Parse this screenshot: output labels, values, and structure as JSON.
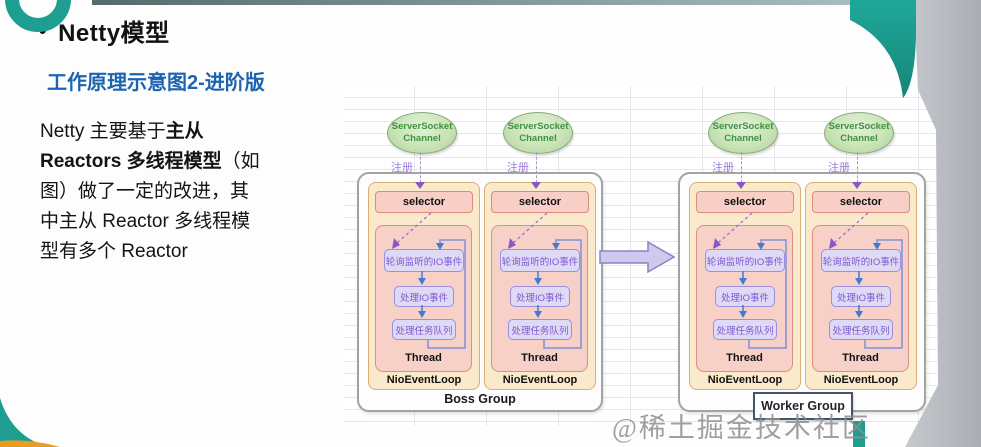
{
  "slide": {
    "bullet": "●",
    "title": "Netty模型",
    "subtitle": "工作原理示意图2-进阶版",
    "paragraph": {
      "part1": "Netty 主要基于",
      "part2_bold": "主从 Reactors 多线程模型",
      "part3": "（如图）做了一定的改进，其中主从 Reactor 多线程模型有多个 Reactor"
    },
    "watermark": "@稀土掘金技术社区"
  },
  "diagram": {
    "channel_line1": "ServerSocket",
    "channel_line2": "Channel",
    "register_label": "注册",
    "selector_label": "selector",
    "steps": [
      "轮询监听的IO事件",
      "处理IO事件",
      "处理任务队列"
    ],
    "thread_label": "Thread",
    "eventloop_label": "NioEventLoop",
    "groups": [
      {
        "label": "Boss Group"
      },
      {
        "label": "Worker Group"
      }
    ],
    "colors": {
      "accent_teal": "#1d9e90",
      "accent_orange": "#e89c28",
      "subtitle_blue": "#1c64b0",
      "ellipse_green_fill": "#c7e2b4",
      "ellipse_green_text": "#3f9242",
      "eventloop_fill": "#fbe9cc",
      "selector_fill": "#f7cfc7",
      "step_fill": "#ded9f4",
      "step_text": "#7e57d2",
      "blue_arrow": "#3e7cd6",
      "purple_arrow": "#8a55c8",
      "gray_band": "#b3b7bd"
    }
  }
}
